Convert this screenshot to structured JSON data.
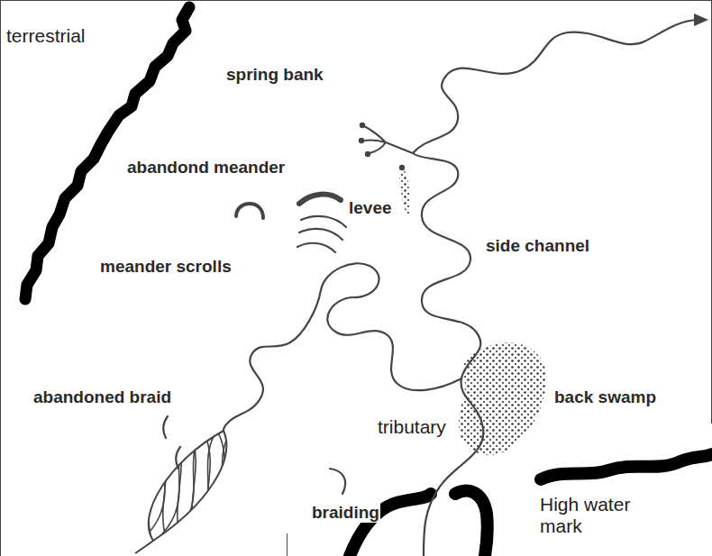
{
  "diagram": {
    "labels": [
      "terrestrial",
      "spring bank",
      "abandond meander",
      "levee",
      "side channel",
      "meander scrolls",
      "abandoned braid",
      "back swamp",
      "tributary",
      "braiding",
      "High water mark"
    ]
  }
}
